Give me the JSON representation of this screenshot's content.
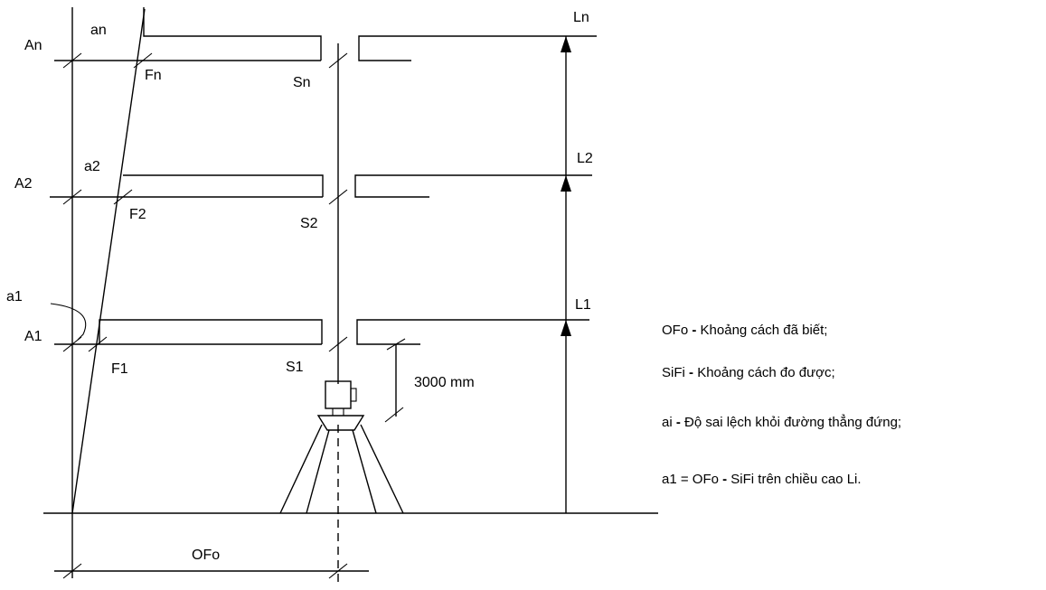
{
  "labels": {
    "An": "An",
    "an": "an",
    "Fn": "Fn",
    "Sn": "Sn",
    "Ln": "Ln",
    "A2": "A2",
    "a2": "a2",
    "F2": "F2",
    "S2": "S2",
    "L2": "L2",
    "A1": "A1",
    "a1": "a1",
    "F1": "F1",
    "S1": "S1",
    "L1": "L1",
    "dimension_3000": "3000 mm",
    "OFo": "OFo"
  },
  "legend": [
    {
      "term": "OFo",
      "dash": " - ",
      "text": "Khoảng cách đã biết;"
    },
    {
      "term": "SiFi",
      "dash": " - ",
      "text": "Khoảng cách đo được;"
    },
    {
      "term": "ai",
      "dash": " - ",
      "text": "Độ sai lệch khỏi đường thẳng đứng;"
    },
    {
      "term": "a1 = OFo",
      "dash": " - ",
      "text": "SiFi trên chiều cao Li."
    }
  ]
}
